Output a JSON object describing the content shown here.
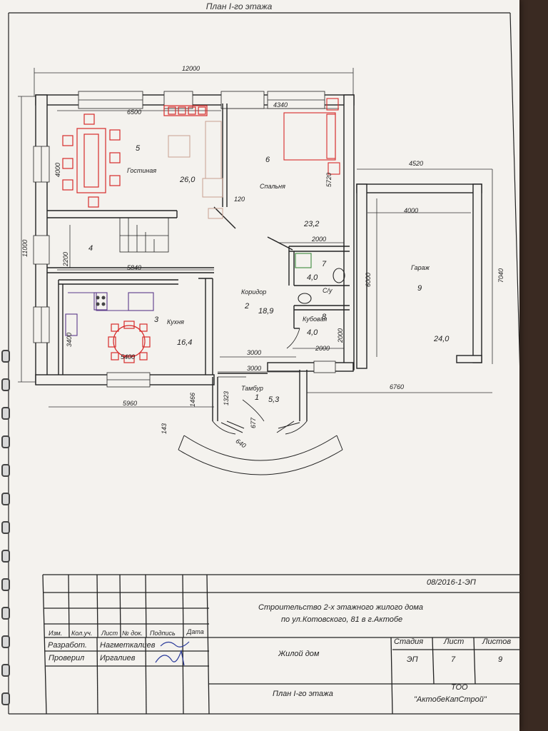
{
  "sheet_title": "План I-го этажа",
  "dimensions": {
    "total_width": "12000",
    "total_depth": "11000",
    "d_6500": "6500",
    "d_4340": "4340",
    "d_4520": "4520",
    "d_4000_top": "4000",
    "d_4000_left": "4000",
    "d_5720": "5720",
    "d_120": "120",
    "d_2200": "2200",
    "d_5840": "5840",
    "d_2000_a": "2000",
    "d_3000_a": "3000",
    "d_3000_b": "3000",
    "d_2000_b": "2000",
    "d_2000_v": "2000",
    "d_3400": "3400",
    "d_5400": "5400",
    "d_6000": "6000",
    "d_7040": "7040",
    "d_5960": "5960",
    "d_6760": "6760",
    "d_1466": "1466",
    "d_1323": "1323",
    "d_677": "677",
    "d_640": "640",
    "d_143": "143"
  },
  "rooms": [
    {
      "number": "5",
      "name": "Гостиная",
      "area": "26,0"
    },
    {
      "number": "6",
      "name": "Спальня",
      "area": "23,2"
    },
    {
      "number": "4",
      "name": "",
      "area": ""
    },
    {
      "number": "3",
      "name": "Кухня",
      "area": "16,4"
    },
    {
      "number": "2",
      "name": "Коридор",
      "area": "18,9"
    },
    {
      "number": "7",
      "name": "С/у",
      "area": "4,0"
    },
    {
      "number": "8",
      "name": "Кубовая",
      "area": "4,0"
    },
    {
      "number": "9",
      "name": "Гараж",
      "area": "24,0"
    },
    {
      "number": "1",
      "name": "Тамбур",
      "area": "5,3"
    }
  ],
  "title_block": {
    "code": "08/2016-1-ЭП",
    "project_line1": "Строительство 2-х этажного жилого дома",
    "project_line2": "по ул.Котовского, 81 в г.Актобе",
    "col_headers": [
      "Изм.",
      "Кол.уч.",
      "Лист",
      "№ док.",
      "Подпись",
      "Дата"
    ],
    "role_developed": "Разработ.",
    "name_developed": "Нагметкалиев",
    "role_checked": "Проверил",
    "name_checked": "Иргалиев",
    "building": "Жилой дом",
    "stage_label": "Стадия",
    "sheet_label": "Лист",
    "sheets_label": "Листов",
    "stage_value": "ЭП",
    "sheet_value": "7",
    "sheets_value": "9",
    "drawing_name": "План I-го этажа",
    "org_line1": "ТОО",
    "org_line2": "\"АктобеКапСтрой\""
  },
  "colors": {
    "paper": "#f4f2ee",
    "line": "#222222",
    "furniture_red": "#d62b2b",
    "fixture_green": "#3c8a3c",
    "kitchen_purple": "#5a3a8a"
  }
}
